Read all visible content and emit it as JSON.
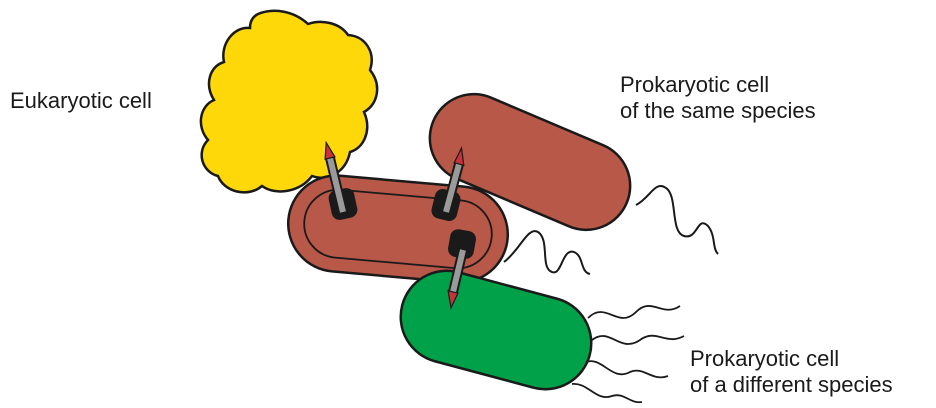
{
  "labels": {
    "eukaryotic": "Eukaryotic cell",
    "same_species": {
      "line1": "Prokaryotic cell",
      "line2": "of the same species"
    },
    "different_species": {
      "line1": "Prokaryotic cell",
      "line2": "of a different species"
    }
  },
  "colors": {
    "eukaryotic_cell": "#ffd80a",
    "prokaryotic_cell": "#b85848",
    "different_species_cell": "#00a148",
    "outline": "#1a1a1a",
    "pilus_body": "#9a9a9a",
    "pilus_tip": "#c8323c",
    "background": "#ffffff"
  }
}
